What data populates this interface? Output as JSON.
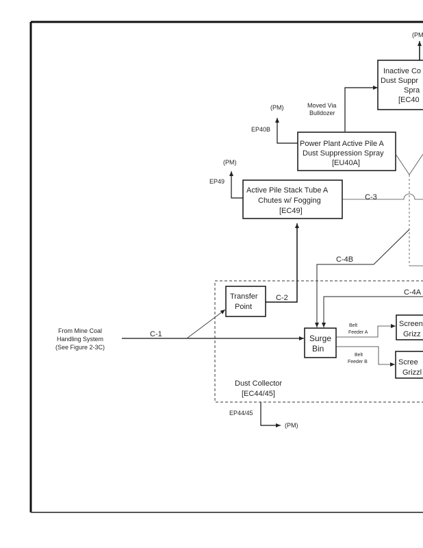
{
  "diagram": {
    "top_pm_label": "(PM)",
    "inactive_box": {
      "line1": "Inactive Co",
      "line2": "Dust Suppr",
      "line3": "Spra",
      "line4": "[EC40"
    },
    "moved_via": {
      "line1": "Moved Via",
      "line2": "Bulldozer"
    },
    "pm_40b": "(PM)",
    "ep40b": "EP40B",
    "power_plant_box": {
      "line1": "Power Plant Active Pile A",
      "line2": "Dust Suppression Spray",
      "line3": "[EU40A]"
    },
    "pm_49": "(PM)",
    "ep49": "EP49",
    "stack_tube_box": {
      "line1": "Active Pile Stack Tube A",
      "line2": "Chutes w/ Fogging",
      "line3": "[EC49]"
    },
    "c3": "C-3",
    "c4b": "C-4B",
    "c4a": "C-4A",
    "c2": "C-2",
    "c1": "C-1",
    "transfer_box": {
      "line1": "Transfer",
      "line2": "Point"
    },
    "surge_box": {
      "line1": "Surge",
      "line2": "Bin"
    },
    "source": {
      "line1": "From Mine Coal",
      "line2": "Handling System",
      "line3": "(See Figure 2-3C)"
    },
    "belt_a": {
      "line1": "Belt",
      "line2": "Feeder A"
    },
    "belt_b": {
      "line1": "Belt",
      "line2": "Feeder B"
    },
    "screen_a": {
      "line1": "Screen",
      "line2": "Grizz"
    },
    "screen_b": {
      "line1": "Scree",
      "line2": "Grizzl"
    },
    "dust_collector": {
      "line1": "Dust Collector",
      "line2": "[EC44/45]"
    },
    "ep44": "EP44/45",
    "pm_44": "(PM)"
  }
}
